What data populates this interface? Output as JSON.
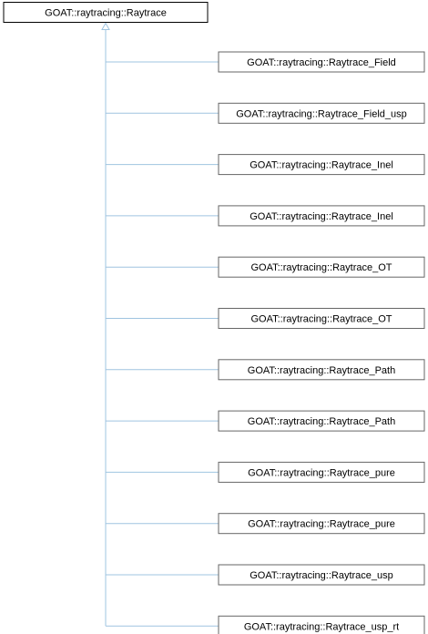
{
  "diagram": {
    "type": "inheritance",
    "edge_color": "#9fc4e0",
    "base_class": "GOAT::raytracing::Raytrace",
    "derived_classes": [
      "GOAT::raytracing::Raytrace_Field",
      "GOAT::raytracing::Raytrace_Field_usp",
      "GOAT::raytracing::Raytrace_Inel",
      "GOAT::raytracing::Raytrace_Inel",
      "GOAT::raytracing::Raytrace_OT",
      "GOAT::raytracing::Raytrace_OT",
      "GOAT::raytracing::Raytrace_Path",
      "GOAT::raytracing::Raytrace_Path",
      "GOAT::raytracing::Raytrace_pure",
      "GOAT::raytracing::Raytrace_pure",
      "GOAT::raytracing::Raytrace_usp",
      "GOAT::raytracing::Raytrace_usp_rt"
    ]
  }
}
